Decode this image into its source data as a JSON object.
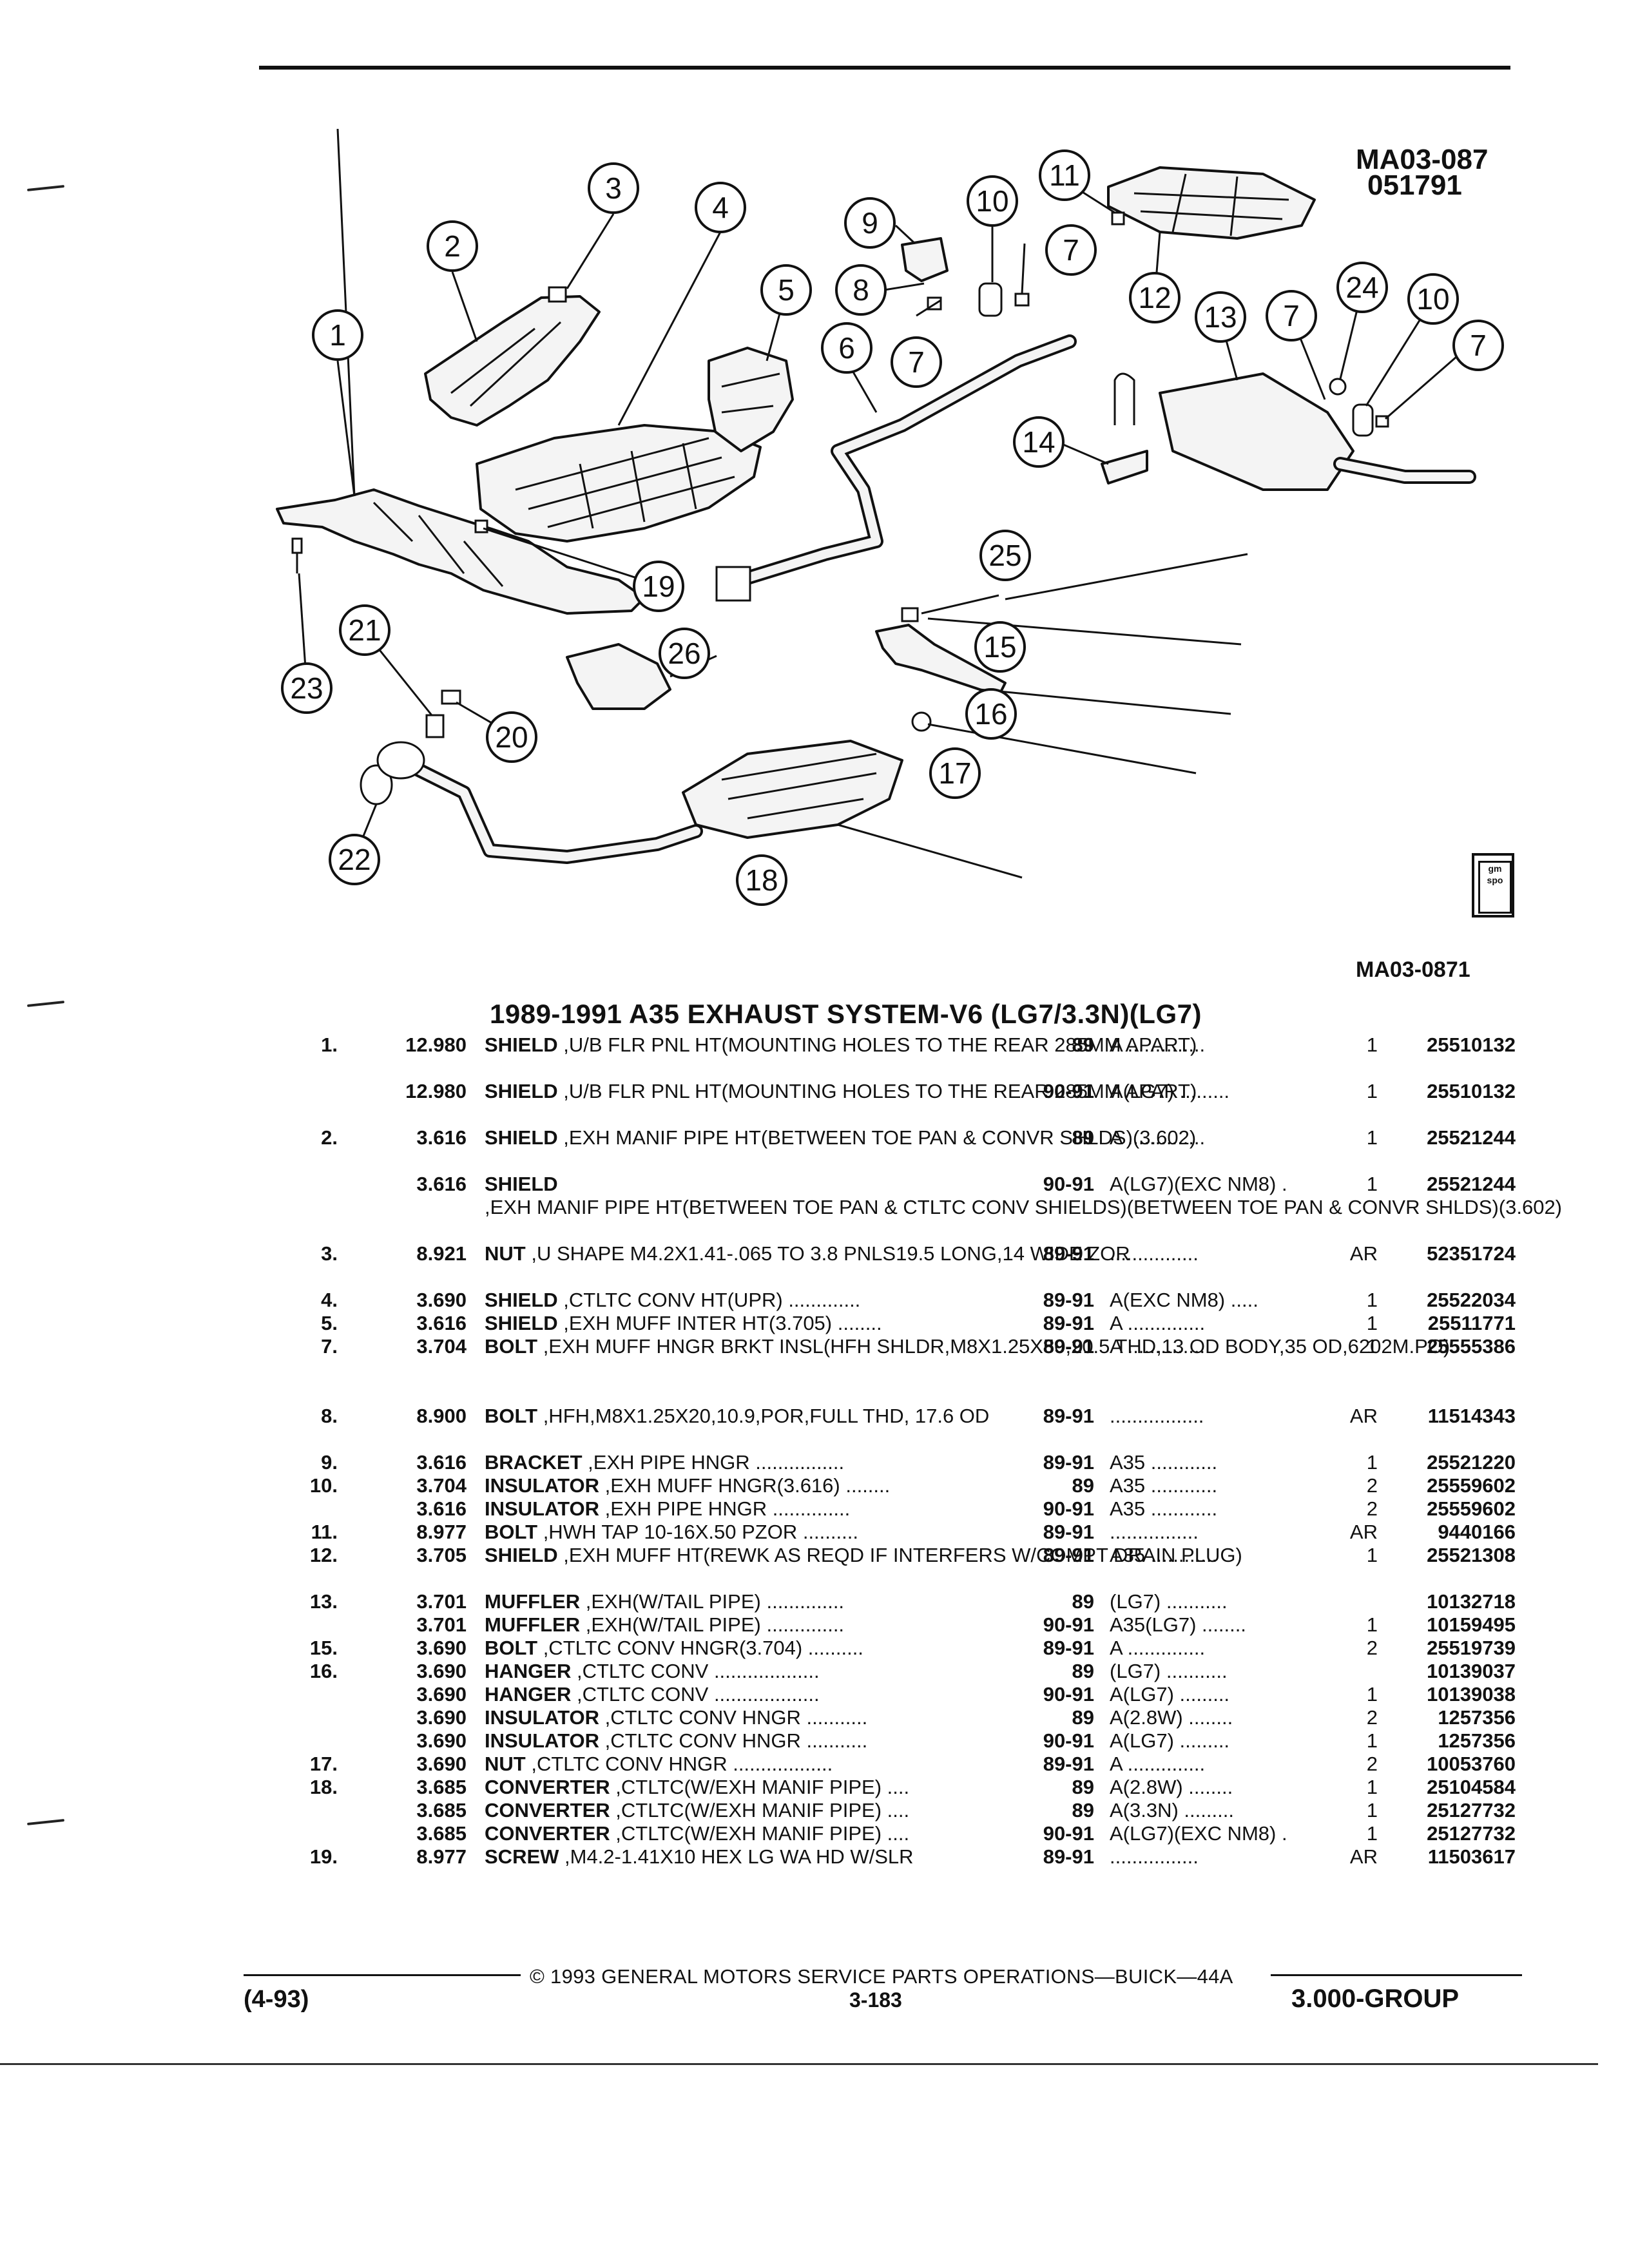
{
  "header": {
    "ref_code": "MA03-087",
    "ref_date": "051791",
    "diagram_code": "MA03-0871"
  },
  "diagram": {
    "callouts": [
      "1",
      "2",
      "3",
      "4",
      "5",
      "6",
      "7",
      "8",
      "9",
      "10",
      "11",
      "12",
      "13",
      "14",
      "15",
      "16",
      "17",
      "18",
      "19",
      "20",
      "21",
      "22",
      "23",
      "24",
      "25",
      "26"
    ],
    "logo_text": "gm spo"
  },
  "section": {
    "title": "1989-1991 A35 EXHAUST SYSTEM-V6 (LG7/3.3N)(LG7)"
  },
  "rows": [
    {
      "item": "1.",
      "group": "12.980",
      "name": "SHIELD",
      "desc": " ,U/B FLR PNL HT(MOUNTING HOLES\nTO THE REAR 285MM APART)",
      "years": "89",
      "series": "A ..............",
      "qty": "1",
      "part": "25510132"
    },
    {
      "item": "",
      "group": "12.980",
      "name": "SHIELD",
      "desc": " ,U/B FLR PNL HT(MOUNTING HOLES\nTO THE REAR 285MM APART)",
      "years": "90-91",
      "series": "A(LG7) .........",
      "qty": "1",
      "part": "25510132"
    },
    {
      "item": "2.",
      "group": "3.616",
      "name": "SHIELD",
      "desc": " ,EXH MANIF PIPE HT(BETWEEN TOE\nPAN & CONVR SHLDS)(3.602)",
      "years": "89",
      "series": "A ..............",
      "qty": "1",
      "part": "25521244"
    },
    {
      "item": "",
      "group": "3.616",
      "name": "SHIELD",
      "desc": " ,EXH MANIF PIPE HT(BETWEEN TOE\nPAN & CTLTC CONV SHIELDS)(BETWEEN TOE\nPAN & CONVR SHLDS)(3.602)",
      "years": "90-91",
      "series": "A(LG7)(EXC NM8) .",
      "qty": "1",
      "part": "25521244"
    },
    {
      "item": "3.",
      "group": "8.921",
      "name": "NUT",
      "desc": " ,U SHAPE M4.2X1.41-.065 TO 3.8\nPNLS19.5 LONG,14 WIDE ZOR",
      "years": "89-91",
      "series": "  ................",
      "qty": "AR",
      "part": "52351724"
    },
    {
      "item": "4.",
      "group": "3.690",
      "name": "SHIELD",
      "desc": " ,CTLTC CONV HT(UPR) .............",
      "years": "89-91",
      "series": "A(EXC NM8) .....",
      "qty": "1",
      "part": "25522034"
    },
    {
      "item": "5.",
      "group": "3.616",
      "name": "SHIELD",
      "desc": " ,EXH MUFF INTER HT(3.705) ........",
      "years": "89-91",
      "series": "A ..............",
      "qty": "1",
      "part": "25511771"
    },
    {
      "item": "7.",
      "group": "3.704",
      "name": "BOLT",
      "desc": " ,EXH MUFF HNGR BRKT INSL(HFH\nSHLDR,M8X1.25X50,20.5 THD,13 OD BODY,35\nOD,6202M.PO)",
      "years": "89-91",
      "series": "A ..............",
      "qty": "1",
      "part": "25555386"
    },
    {
      "item": "8.",
      "group": "8.900",
      "name": "BOLT",
      "desc": " ,HFH,M8X1.25X20,10.9,POR,FULL THD,\n17.6 OD",
      "years": "89-91",
      "series": " .................",
      "qty": "AR",
      "part": "11514343"
    },
    {
      "item": "9.",
      "group": "3.616",
      "name": "BRACKET",
      "desc": " ,EXH PIPE HNGR ................",
      "years": "89-91",
      "series": "A35 ............",
      "qty": "1",
      "part": "25521220"
    },
    {
      "item": "10.",
      "group": "3.704",
      "name": "INSULATOR",
      "desc": " ,EXH MUFF HNGR(3.616) ........",
      "years": "89",
      "series": "A35 ............",
      "qty": "2",
      "part": "25559602"
    },
    {
      "item": "",
      "group": "3.616",
      "name": "INSULATOR",
      "desc": " ,EXH PIPE HNGR ..............",
      "years": "90-91",
      "series": "A35 ............",
      "qty": "2",
      "part": "25559602"
    },
    {
      "item": "11.",
      "group": "8.977",
      "name": "BOLT",
      "desc": " ,HWH TAP 10-16X.50 PZOR ..........",
      "years": "89-91",
      "series": " ................",
      "qty": "AR",
      "part": "9440166"
    },
    {
      "item": "12.",
      "group": "3.705",
      "name": "SHIELD",
      "desc": " ,EXH MUFF HT(REWK AS REQD IF\nINTERFERS W/COMPT DRAIN PLUG)",
      "years": "89-91",
      "series": "A35 ............",
      "qty": "1",
      "part": "25521308"
    },
    {
      "item": "13.",
      "group": "3.701",
      "name": "MUFFLER",
      "desc": " ,EXH(W/TAIL PIPE) ..............",
      "years": "89",
      "series": "(LG7) ...........",
      "qty": "",
      "part": "10132718"
    },
    {
      "item": "",
      "group": "3.701",
      "name": "MUFFLER",
      "desc": " ,EXH(W/TAIL PIPE) ..............",
      "years": "90-91",
      "series": "A35(LG7) ........",
      "qty": "1",
      "part": "10159495"
    },
    {
      "item": "15.",
      "group": "3.690",
      "name": "BOLT",
      "desc": " ,CTLTC CONV HNGR(3.704) ..........",
      "years": "89-91",
      "series": "A ..............",
      "qty": "2",
      "part": "25519739"
    },
    {
      "item": "16.",
      "group": "3.690",
      "name": "HANGER",
      "desc": " ,CTLTC CONV ...................",
      "years": "89",
      "series": "(LG7) ...........",
      "qty": "",
      "part": "10139037"
    },
    {
      "item": "",
      "group": "3.690",
      "name": "HANGER",
      "desc": " ,CTLTC CONV ...................",
      "years": "90-91",
      "series": "A(LG7) .........",
      "qty": "1",
      "part": "10139038"
    },
    {
      "item": "",
      "group": "3.690",
      "name": "INSULATOR",
      "desc": " ,CTLTC CONV HNGR ...........",
      "years": "89",
      "series": "A(2.8W) ........",
      "qty": "2",
      "part": "1257356"
    },
    {
      "item": "",
      "group": "3.690",
      "name": "INSULATOR",
      "desc": " ,CTLTC CONV HNGR ...........",
      "years": "90-91",
      "series": "A(LG7) .........",
      "qty": "1",
      "part": "1257356"
    },
    {
      "item": "17.",
      "group": "3.690",
      "name": "NUT",
      "desc": " ,CTLTC CONV HNGR ..................",
      "years": "89-91",
      "series": "A ..............",
      "qty": "2",
      "part": "10053760"
    },
    {
      "item": "18.",
      "group": "3.685",
      "name": "CONVERTER",
      "desc": " ,CTLTC(W/EXH MANIF PIPE) ....",
      "years": "89",
      "series": "A(2.8W) ........",
      "qty": "1",
      "part": "25104584"
    },
    {
      "item": "",
      "group": "3.685",
      "name": "CONVERTER",
      "desc": " ,CTLTC(W/EXH MANIF PIPE) ....",
      "years": "89",
      "series": "A(3.3N) .........",
      "qty": "1",
      "part": "25127732"
    },
    {
      "item": "",
      "group": "3.685",
      "name": "CONVERTER",
      "desc": " ,CTLTC(W/EXH MANIF PIPE) ....",
      "years": "90-91",
      "series": "A(LG7)(EXC NM8) .",
      "qty": "1",
      "part": "25127732"
    },
    {
      "item": "19.",
      "group": "8.977",
      "name": "SCREW",
      "desc": " ,M4.2-1.41X10 HEX LG WA HD W/SLR",
      "years": "89-91",
      "series": " ................",
      "qty": "AR",
      "part": "11503617"
    }
  ],
  "footer": {
    "copyright": "© 1993 GENERAL MOTORS SERVICE PARTS OPERATIONS—BUICK—44A",
    "date": "(4-93)",
    "page": "3-183",
    "group": "3.000-GROUP"
  }
}
